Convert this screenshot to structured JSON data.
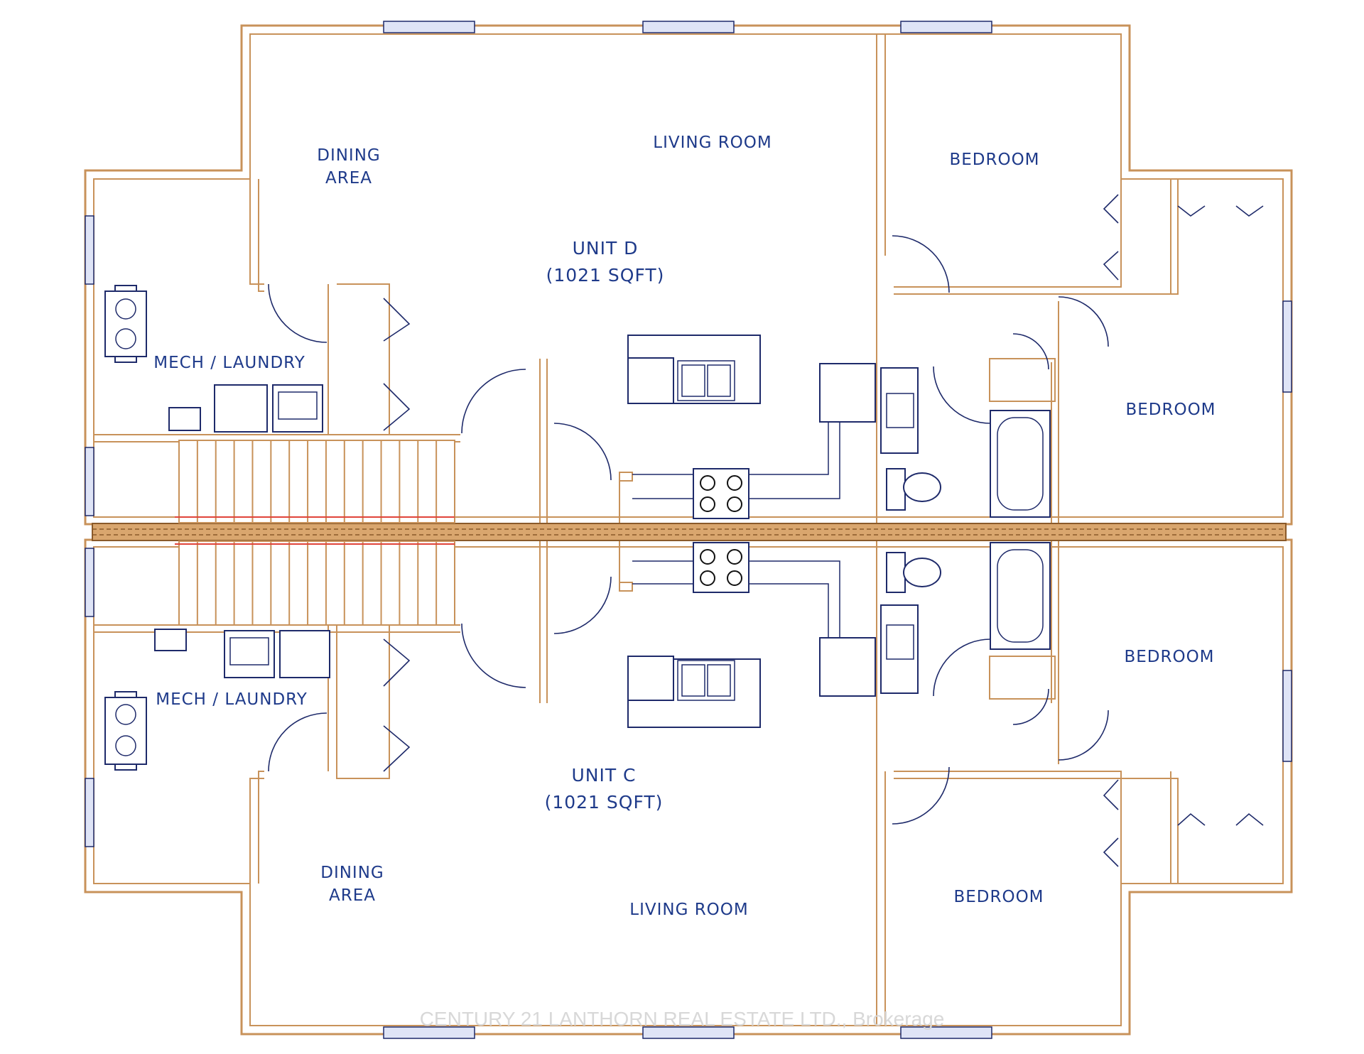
{
  "plan": {
    "units": [
      {
        "unit_label": "UNIT D",
        "area_label": "(1021 SQFT)",
        "rooms": {
          "dining_line1": "DINING",
          "dining_line2": "AREA",
          "living": "LIVING ROOM",
          "mech": "MECH / LAUNDRY",
          "bedroom_a": "BEDROOM",
          "bedroom_b": "BEDROOM"
        }
      },
      {
        "unit_label": "UNIT C",
        "area_label": "(1021 SQFT)",
        "rooms": {
          "dining_line1": "DINING",
          "dining_line2": "AREA",
          "living": "LIVING ROOM",
          "mech": "MECH / LAUNDRY",
          "bedroom_a": "BEDROOM",
          "bedroom_b": "BEDROOM"
        }
      }
    ],
    "watermark": "CENTURY 21 LANTHORN REAL ESTATE LTD., Brokerage",
    "colors": {
      "wall": "#c8925a",
      "fixture": "#1e2a6a",
      "label": "#1e3a8a",
      "party_wall": "#b8783e"
    }
  }
}
